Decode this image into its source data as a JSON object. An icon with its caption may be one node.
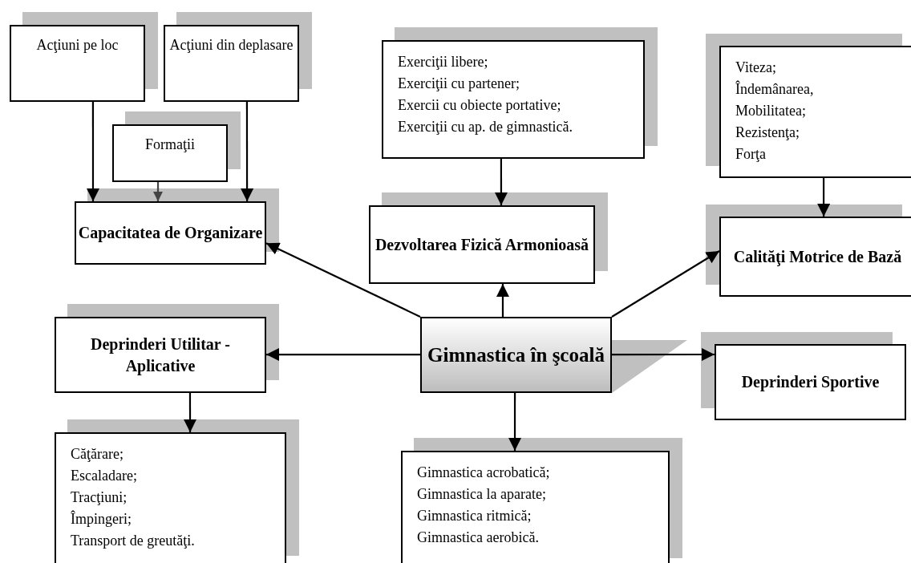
{
  "diagram": {
    "nodes": [
      {
        "text": [
          "Acţiuni pe loc"
        ]
      },
      {
        "text": [
          "Acţiuni din deplasare"
        ]
      },
      {
        "text": [
          "Formaţii"
        ]
      },
      {
        "text": [
          "Capacitatea de Organizare"
        ]
      },
      {
        "text": [
          "Exerciţii libere;",
          "Exerciţii cu partener;",
          "Exercii cu obiecte portative;",
          "Exerciţii cu ap. de gimnastică."
        ]
      },
      {
        "text": [
          "Dezvoltarea Fizică Armonioasă"
        ]
      },
      {
        "text": [
          "Viteza;",
          "Îndemânarea,",
          "Mobilitatea;",
          "Rezistenţa;",
          "Forţa"
        ]
      },
      {
        "text": [
          "Calităţi Motrice de Bază"
        ]
      },
      {
        "text": [
          "Deprinderi Utilitar - Aplicative"
        ]
      },
      {
        "text": [
          "Gimnastica în şcoală"
        ]
      },
      {
        "text": [
          "Deprinderi Sportive"
        ]
      },
      {
        "text": [
          "Căţărare;",
          "Escaladare;",
          "Tracţiuni;",
          "Împingeri;",
          "Transport de greutăţi."
        ]
      },
      {
        "text": [
          "Gimnastica acrobatică;",
          "Gimnastica la aparate;",
          "Gimnastica ritmică;",
          "Gimnastica aerobică."
        ]
      }
    ],
    "edges": [
      {
        "from": 0,
        "to": 3,
        "arrow": "to"
      },
      {
        "from": 1,
        "to": 3,
        "arrow": "to"
      },
      {
        "from": 2,
        "to": 3,
        "arrow": "to",
        "color": "#444444"
      },
      {
        "from": 4,
        "to": 5,
        "arrow": "to"
      },
      {
        "from": 6,
        "to": 7,
        "arrow": "to"
      },
      {
        "from": 9,
        "to": 3,
        "arrow": "to"
      },
      {
        "from": 9,
        "to": 5,
        "arrow": "to"
      },
      {
        "from": 9,
        "to": 7,
        "arrow": "to"
      },
      {
        "from": 9,
        "to": 8,
        "arrow": "to"
      },
      {
        "from": 9,
        "to": 10,
        "arrow": "to"
      },
      {
        "from": 9,
        "to": 12,
        "arrow": "to"
      },
      {
        "from": 8,
        "to": 11,
        "arrow": "to"
      }
    ]
  }
}
